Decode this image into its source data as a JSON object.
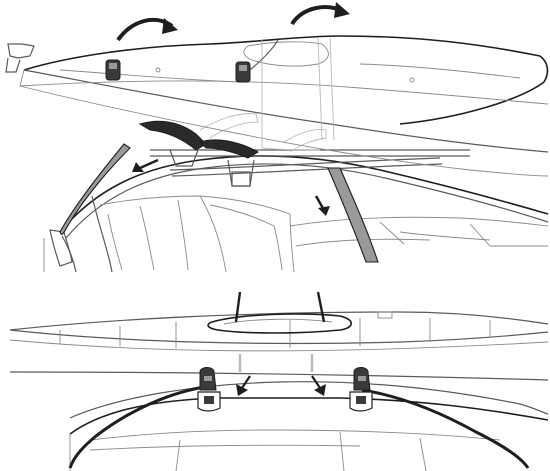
{
  "illustration": {
    "background": "#ffffff",
    "line_color": "#1e1e1e",
    "faded_line_color": "#b9b9b9",
    "strap_fill": "#9a9a9a",
    "panels": [
      {
        "name": "top-panel",
        "content": [
          "kayak",
          "car-roof",
          "roof-bars",
          "saddle-carriers",
          "tie-down-straps",
          "rotate-arrows",
          "strap-arrows"
        ]
      },
      {
        "name": "bottom-panel",
        "content": [
          "kayak-side-view",
          "car-roof",
          "strap-buckles",
          "straps",
          "strap-arrows"
        ]
      }
    ],
    "icons": [
      "curved-rotate-arrow",
      "down-arrow"
    ]
  }
}
